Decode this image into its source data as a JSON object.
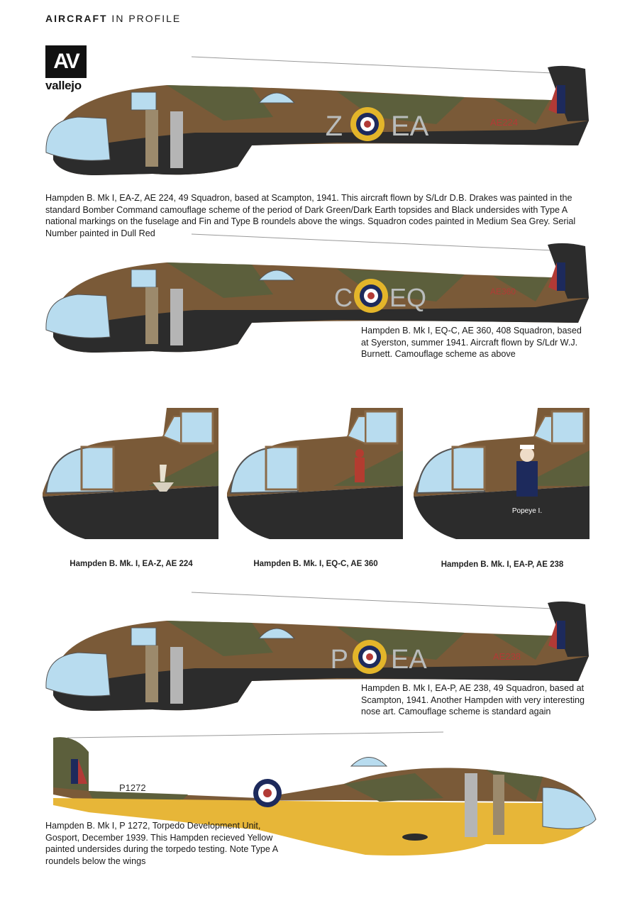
{
  "header": {
    "bold": "AIRCRAFT",
    "rest": " IN PROFILE"
  },
  "logo": {
    "mark": "AV",
    "word": "vallejo"
  },
  "aircraft": [
    {
      "codes": {
        "left": "Z",
        "right": "EA"
      },
      "serial": "AE224",
      "caption": "Hampden B. Mk I, EA-Z, AE 224, 49 Squadron, based at Scampton, 1941. This aircraft flown by S/Ldr D.B. Drakes was painted in the standard Bomber Command camouflage scheme of the period of Dark Green/Dark Earth topsides and Black undersides with Type A national markings on the fuselage and Fin and Type B roundels above the wings. Squadron codes painted in Medium Sea Grey. Serial Number painted in Dull Red"
    },
    {
      "codes": {
        "left": "C",
        "right": "EQ"
      },
      "serial": "AE360",
      "caption": "Hampden B. Mk I, EQ-C, AE 360, 408 Squadron, based at Syerston, summer 1941. Aircraft flown by S/Ldr W.J. Burnett. Camouflage scheme as above"
    },
    {
      "codes": {
        "left": "P",
        "right": "EA"
      },
      "serial": "AE238",
      "caption": "Hampden B. Mk I, EA-P, AE 238, 49 Squadron, based at Scampton, 1941. Another Hampden with very interesting nose art. Camouflage scheme is standard again"
    },
    {
      "serial": "P1272",
      "caption": "Hampden B. Mk I, P 1272, Torpedo Development Unit, Gosport, December 1939. This Hampden recieved Yellow painted undersides during the torpedo testing. Note Type A roundels below the wings"
    }
  ],
  "details": [
    {
      "label": "Hampden B. Mk. I, EA-Z, AE 224"
    },
    {
      "label": "Hampden B. Mk. I, EQ-C, AE 360"
    },
    {
      "label": "Hampden B. Mk. I, EA-P, AE 238",
      "nose_art_text": "Popeye I."
    }
  ],
  "colors": {
    "dark_earth": "#7a5a38",
    "dark_green": "#5c5f3c",
    "black": "#2c2c2c",
    "sea_grey": "#b9bcbc",
    "dull_red": "#b23a36",
    "roundel_blue": "#1d2a5c",
    "roundel_yellow": "#e3b52a",
    "glazing": "#b8dcef",
    "trainer_yellow": "#e7b638"
  }
}
